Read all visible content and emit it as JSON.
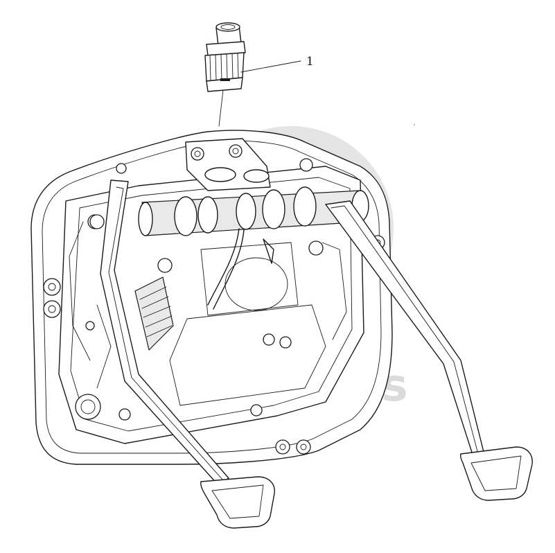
{
  "callouts": [
    {
      "label": "1",
      "part": "pedal-switch"
    }
  ],
  "watermark": {
    "text": "data-parts",
    "color": "#cfcfcf"
  }
}
